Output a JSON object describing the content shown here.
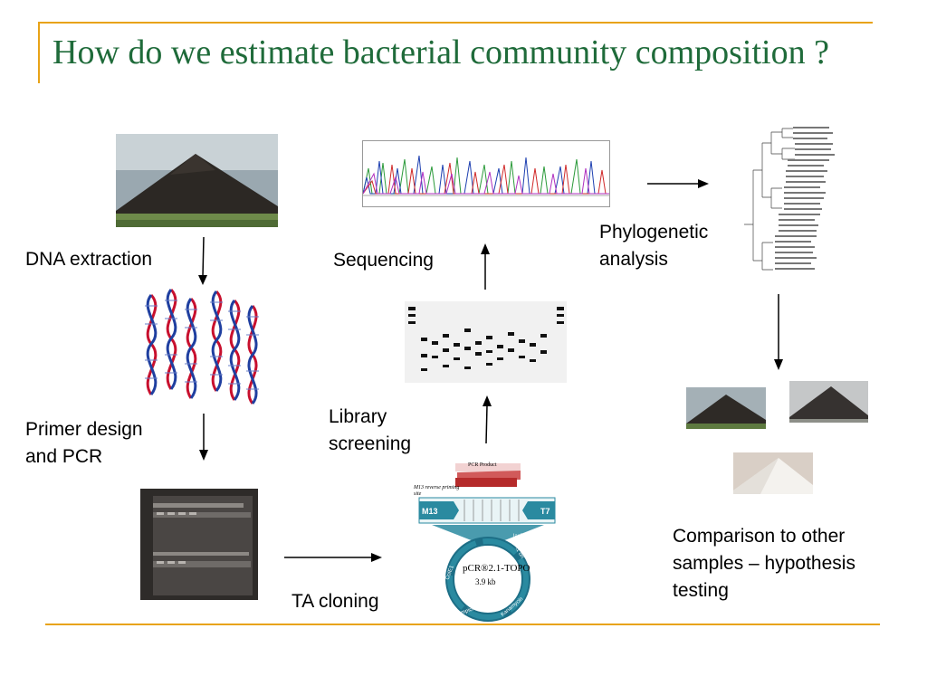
{
  "title": "How do we estimate bacterial community composition ?",
  "steps": {
    "dna_extraction": "DNA extraction",
    "primer_pcr_line1": "Primer design",
    "primer_pcr_line2": "and PCR",
    "ta_cloning": "TA cloning",
    "library_line1": "Library",
    "library_line2": "screening",
    "sequencing": "Sequencing",
    "phylo_line1": "Phylogenetic",
    "phylo_line2": "analysis",
    "comparison_line1": "Comparison to other",
    "comparison_line2": "samples – hypothesis",
    "comparison_line3": "testing"
  },
  "plasmid": {
    "pcr_product": "PCR Product",
    "m13_site": "M13 reverse priming site",
    "m13": "M13",
    "t7": "T7",
    "lacz": "lacZα",
    "name": "pCR®2.1-TOPO",
    "size": "3.9 kb",
    "colE1": "ColE1",
    "ampicillin": "Ampicillin",
    "kanamycin": "Kanamycin",
    "f1ori": "f1 ori"
  },
  "colors": {
    "title": "#1f6b3a",
    "accent_line": "#e8a317",
    "dna_red": "#c8102e",
    "dna_blue": "#1f3fa0"
  }
}
